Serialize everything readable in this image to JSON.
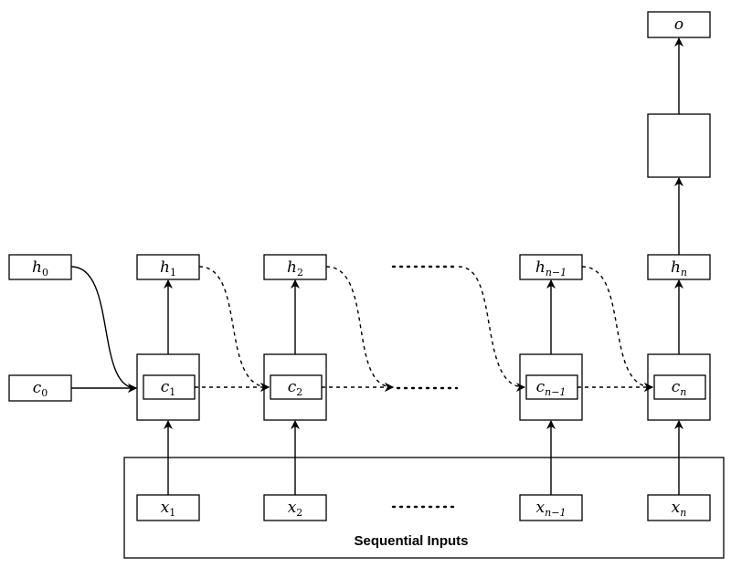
{
  "diagram": {
    "output": {
      "sym": "o"
    },
    "init_h": {
      "sym": "h",
      "sub": "0"
    },
    "init_c": {
      "sym": "c",
      "sub": "0"
    },
    "hidden": [
      {
        "sym": "h",
        "sub": "1"
      },
      {
        "sym": "h",
        "sub": "2"
      },
      {
        "sym": "h",
        "sub": "n−1"
      },
      {
        "sym": "h",
        "sub": "n"
      }
    ],
    "cells": [
      {
        "sym": "c",
        "sub": "1"
      },
      {
        "sym": "c",
        "sub": "2"
      },
      {
        "sym": "c",
        "sub": "n−1"
      },
      {
        "sym": "c",
        "sub": "n"
      }
    ],
    "inputs": [
      {
        "sym": "x",
        "sub": "1"
      },
      {
        "sym": "x",
        "sub": "2"
      },
      {
        "sym": "x",
        "sub": "n−1"
      },
      {
        "sym": "x",
        "sub": "n"
      }
    ],
    "group_label": "Sequential Inputs"
  }
}
